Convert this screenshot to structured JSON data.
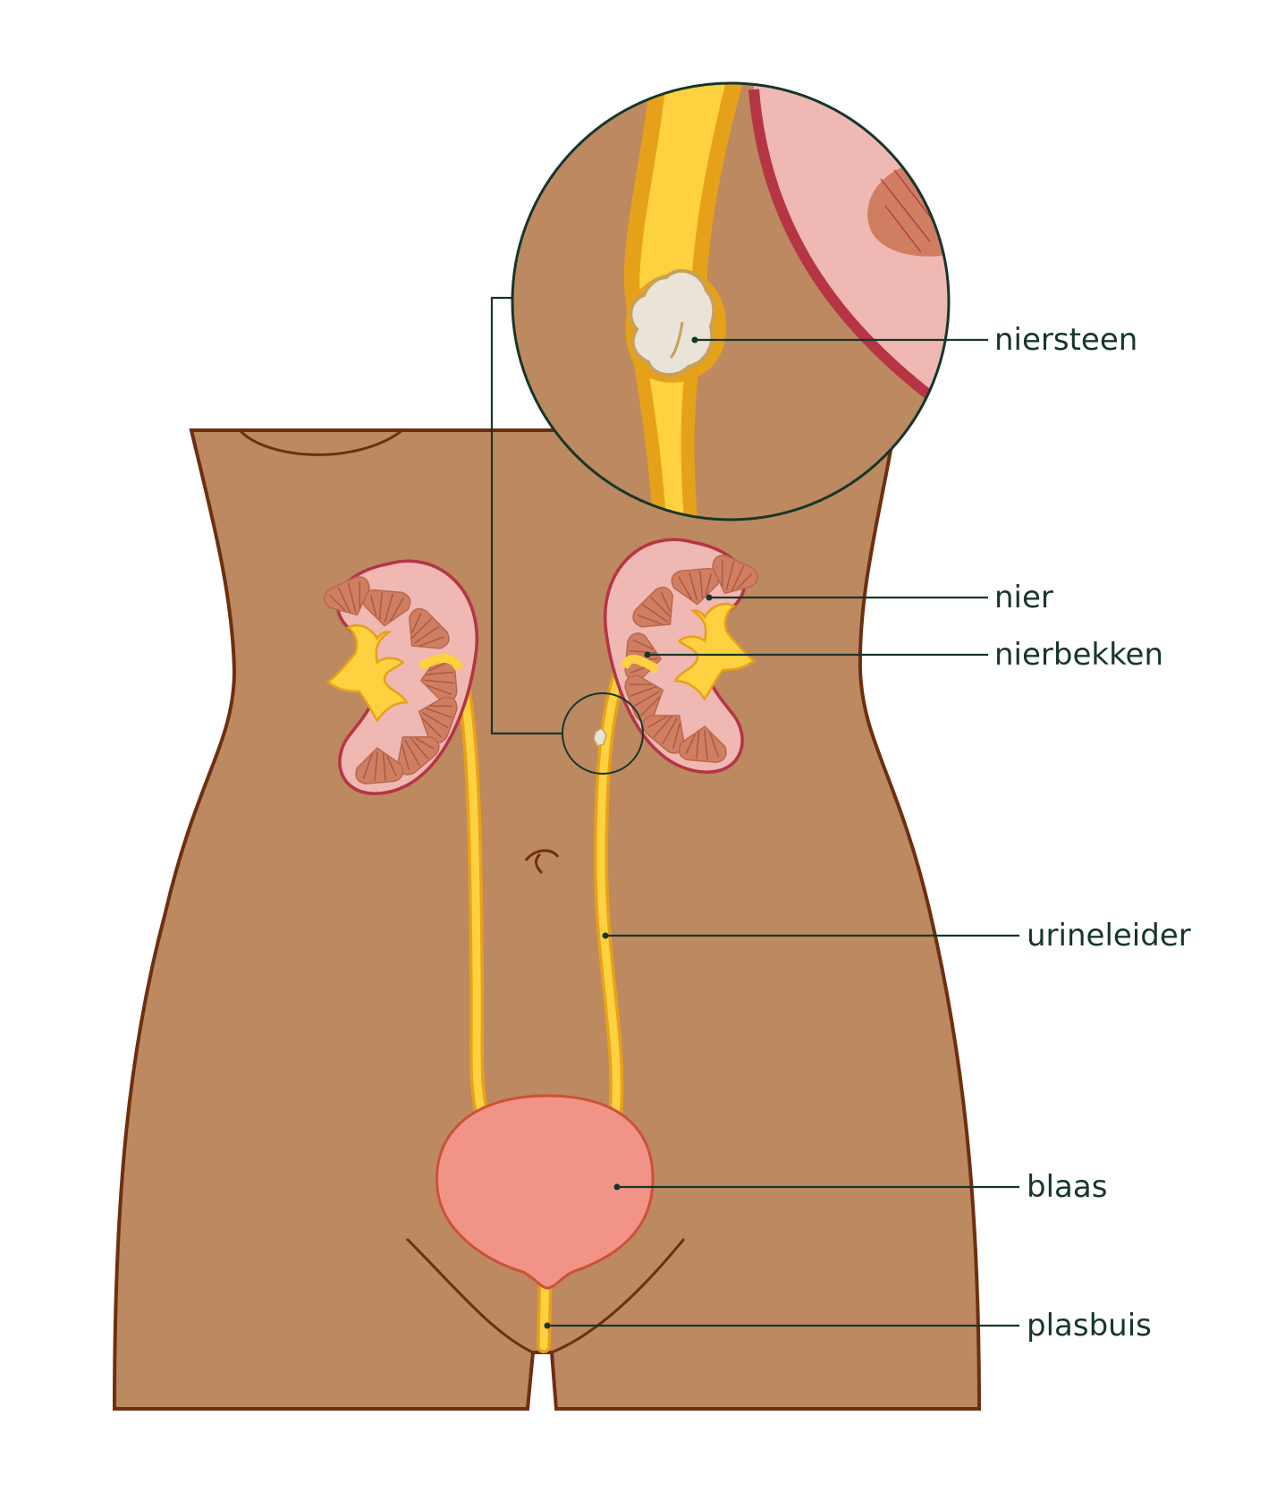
{
  "labels": {
    "niersteen": "niersteen",
    "nier": "nier",
    "nierbekken": "nierbekken",
    "urineleider": "urineleider",
    "blaas": "blaas",
    "plasbuis": "plasbuis"
  },
  "colors": {
    "skin": "#bd8960",
    "body_outline": "#6e2f10",
    "kidney_fill": "#f0b8b2",
    "kidney_outline": "#b53545",
    "medulla": "#cf7e62",
    "pelvis": "#fdd13f",
    "ureter_edge": "#e6a11a",
    "bladder": "#f29387",
    "bladder_outline": "#cc5138",
    "stone": "#e9e3d8",
    "stone_outline": "#c6a15a",
    "label_ink": "#16362b"
  }
}
